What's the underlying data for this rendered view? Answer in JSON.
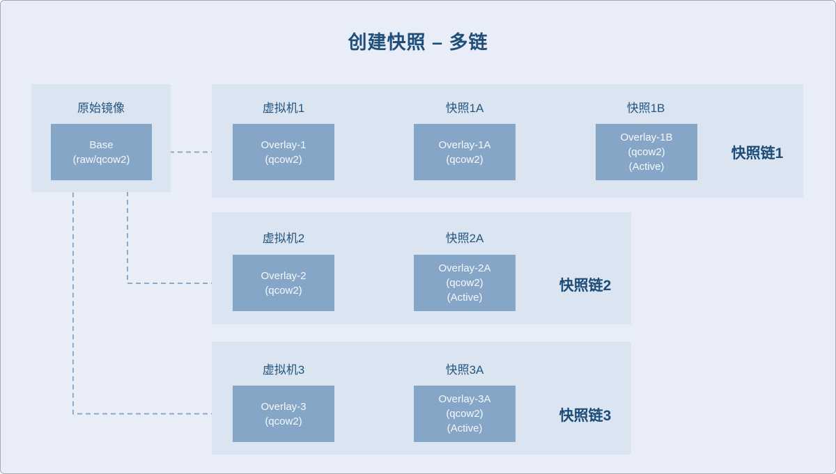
{
  "title": "创建快照 – 多链",
  "colors": {
    "canvas_bg": "#e9edf7",
    "panel_bg": "#dbe5f1",
    "node_fill": "#85a6c6",
    "node_text": "#f6f9fc",
    "heading_text": "#1f4e79",
    "edge": "#8aa9cb"
  },
  "base_panel": {
    "label": "原始镜像",
    "box_lines": [
      "Base",
      "(raw/qcow2)"
    ]
  },
  "chains": [
    {
      "chain_label": "快照链1",
      "columns": [
        {
          "label": "虚拟机1",
          "box_lines": [
            "Overlay-1",
            "(qcow2)"
          ]
        },
        {
          "label": "快照1A",
          "box_lines": [
            "Overlay-1A",
            "(qcow2)"
          ]
        },
        {
          "label": "快照1B",
          "box_lines": [
            "Overlay-1B",
            "(qcow2)",
            "(Active)"
          ]
        }
      ]
    },
    {
      "chain_label": "快照链2",
      "columns": [
        {
          "label": "虚拟机2",
          "box_lines": [
            "Overlay-2",
            "(qcow2)"
          ]
        },
        {
          "label": "快照2A",
          "box_lines": [
            "Overlay-2A",
            "(qcow2)",
            "(Active)"
          ]
        }
      ]
    },
    {
      "chain_label": "快照链3",
      "columns": [
        {
          "label": "虚拟机3",
          "box_lines": [
            "Overlay-3",
            "(qcow2)"
          ]
        },
        {
          "label": "快照3A",
          "box_lines": [
            "Overlay-3A",
            "(qcow2)",
            "(Active)"
          ]
        }
      ]
    }
  ],
  "edges": [
    {
      "from": "Overlay-1",
      "to": "Base",
      "style": "dashed-arrow"
    },
    {
      "from": "Overlay-1A",
      "to": "Overlay-1",
      "style": "dashed-arrow"
    },
    {
      "from": "Overlay-1B",
      "to": "Overlay-1A",
      "style": "dashed-arrow"
    },
    {
      "from": "Overlay-2",
      "to": "Base",
      "style": "dashed-arrow"
    },
    {
      "from": "Overlay-2A",
      "to": "Overlay-2",
      "style": "dashed-arrow"
    },
    {
      "from": "Overlay-3",
      "to": "Base",
      "style": "dashed-arrow"
    },
    {
      "from": "Overlay-3A",
      "to": "Overlay-3",
      "style": "dashed-arrow"
    }
  ]
}
